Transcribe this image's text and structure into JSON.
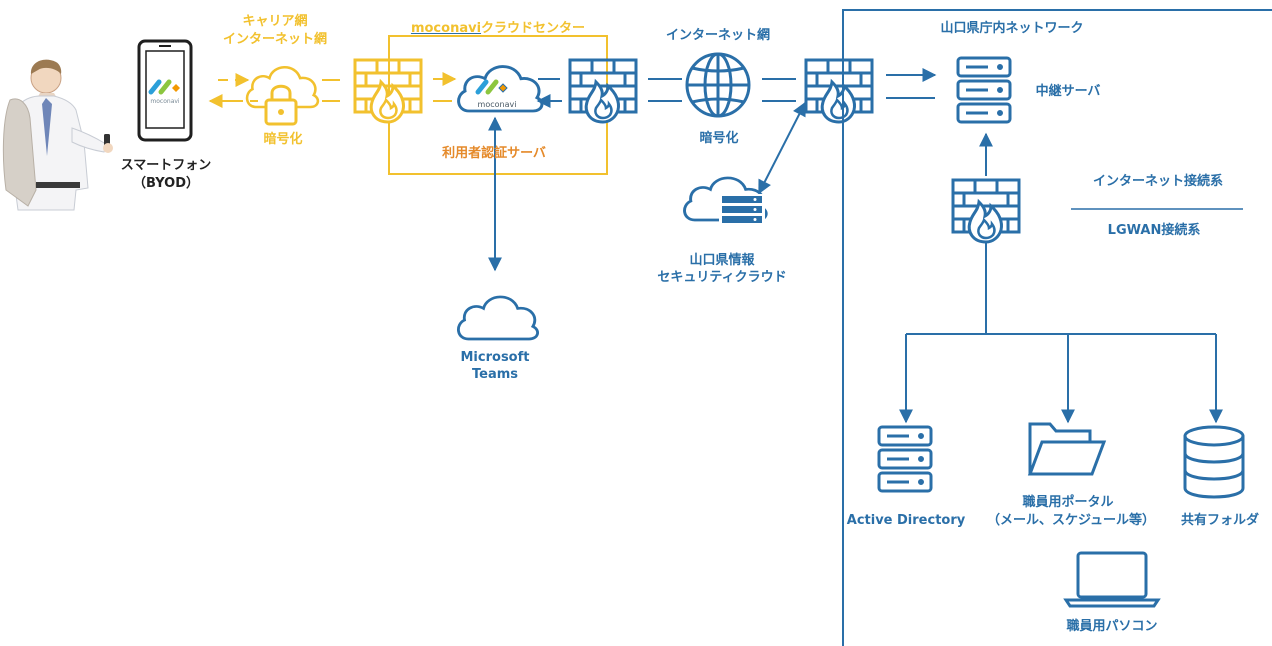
{
  "labels": {
    "carrier_line1": "キャリア網",
    "carrier_line2": "インターネット網",
    "encrypt_left": "暗号化",
    "smartphone": "スマートフォン",
    "byod": "（BYOD）",
    "cloud_center_brand": "moconavi",
    "cloud_center_suffix": "クラウドセンター",
    "auth_server": "利用者認証サーバ",
    "internet": "インターネット網",
    "encrypt_mid": "暗号化",
    "sec_cloud_line1": "山口県情報",
    "sec_cloud_line2": "セキュリティクラウド",
    "teams_line1": "Microsoft",
    "teams_line2": "Teams",
    "pref_network": "山口県庁内ネットワーク",
    "relay_server": "中継サーバ",
    "internet_system": "インターネット接続系",
    "lgwan_system": "LGWAN接続系",
    "active_directory": "Active Directory",
    "portal_line1": "職員用ポータル",
    "portal_line2": "（メール、スケジュール等）",
    "shared_folder": "共有フォルダ",
    "staff_pc": "職員用パソコン",
    "app_logo_text": "moconavi"
  },
  "colors": {
    "blue": "#2a6fa8",
    "yellow": "#f2c12e",
    "orange": "#e58a2a",
    "logo_blue": "#2b9fd9",
    "logo_green": "#8cc63f",
    "logo_orange": "#f39800"
  }
}
